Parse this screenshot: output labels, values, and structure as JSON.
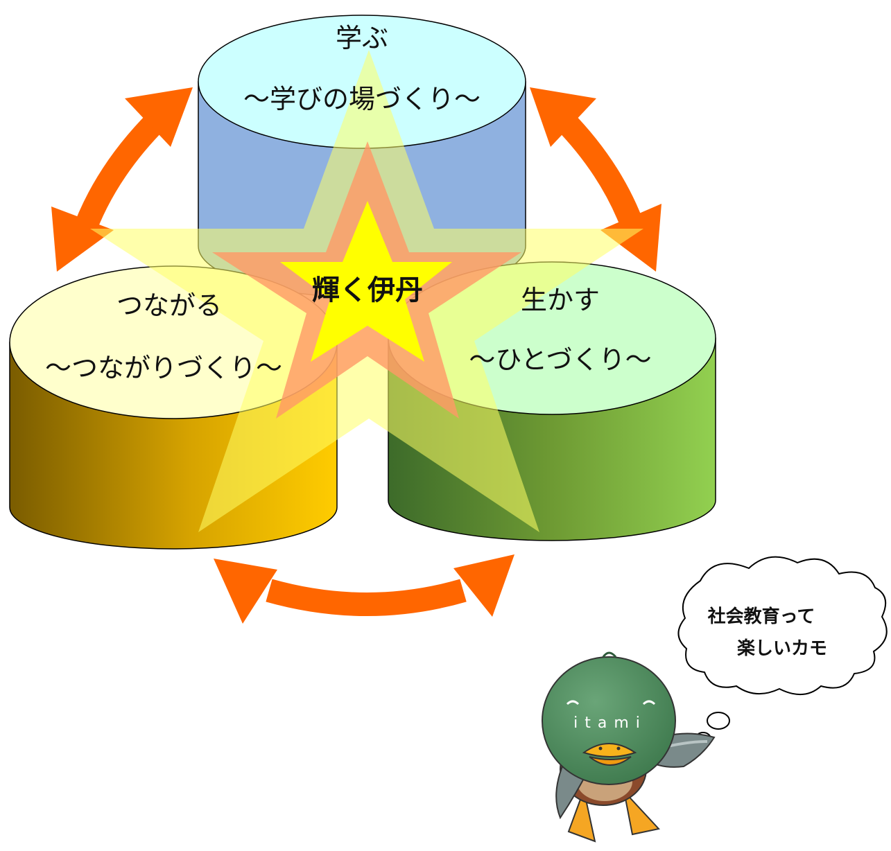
{
  "cylinders": {
    "top": {
      "line1": "学ぶ",
      "line2": "～学びの場づくり～"
    },
    "left": {
      "line1": "つながる",
      "line2": "～つながりづくり～"
    },
    "right": {
      "line1": "生かす",
      "line2": "～ひとづくり～"
    }
  },
  "center": {
    "label": "輝く伊丹"
  },
  "bubble": {
    "line1": "社会教育って",
    "line2": "楽しいカモ"
  },
  "mascot": {
    "badge": "itami"
  },
  "colors": {
    "arrow": "#ff6600",
    "top_lid": "#ccffff",
    "top_body": "#8fb1e0",
    "left_lid": "#ffffcc",
    "left_body_dark": "#7a5c00",
    "left_body_light": "#ffcc00",
    "right_lid": "#ccffcc",
    "right_body_dark": "#3d6b2a",
    "right_body_light": "#92d050",
    "star_outer": "#ffff66",
    "star_mid": "#ff9966",
    "star_inner": "#ffff00",
    "mascot_head": "#4e8a5d"
  }
}
